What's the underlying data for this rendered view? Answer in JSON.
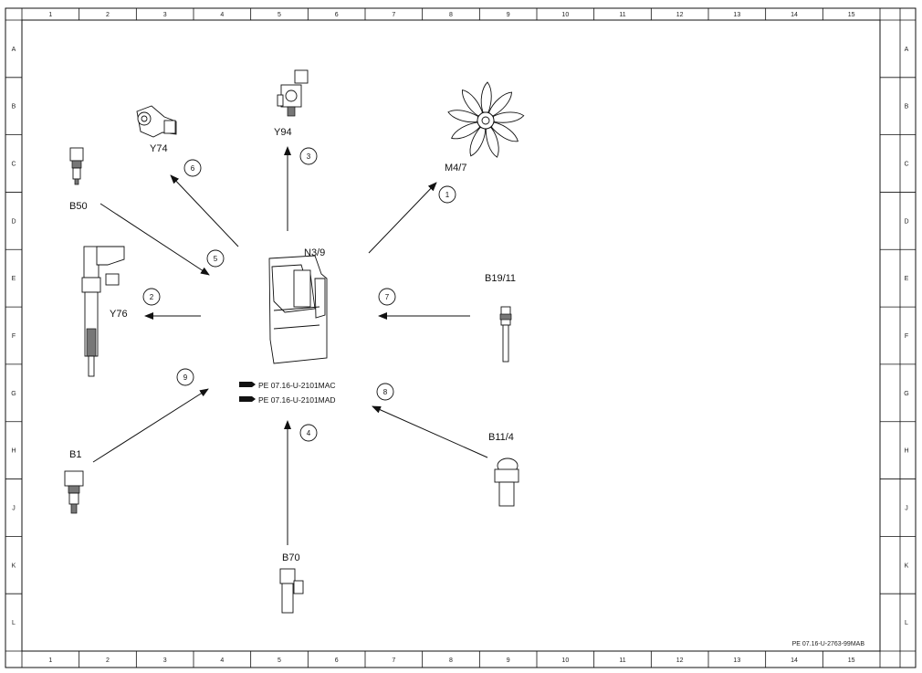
{
  "frame": {
    "columns": [
      "1",
      "2",
      "3",
      "4",
      "5",
      "6",
      "7",
      "8",
      "9",
      "10",
      "11",
      "12",
      "13",
      "14",
      "15"
    ],
    "rows": [
      "A",
      "B",
      "C",
      "D",
      "E",
      "F",
      "G",
      "H",
      "J",
      "K",
      "L"
    ]
  },
  "components": {
    "ecu": "N3/9",
    "fan": "M4/7",
    "injector": "Y76",
    "valve_y74": "Y74",
    "valve_y94": "Y94",
    "sensor_b50": "B50",
    "sensor_b1": "B1",
    "sensor_b70": "B70",
    "sensor_b11_4": "B11/4",
    "sensor_b19_11": "B19/11"
  },
  "callouts": [
    "1",
    "2",
    "3",
    "4",
    "5",
    "6",
    "7",
    "8",
    "9"
  ],
  "references": [
    "PE 07.16-U-2101MAC",
    "PE 07.16-U-2101MAD"
  ],
  "doc_id": "PE 07.16-U-2763-99MAB"
}
